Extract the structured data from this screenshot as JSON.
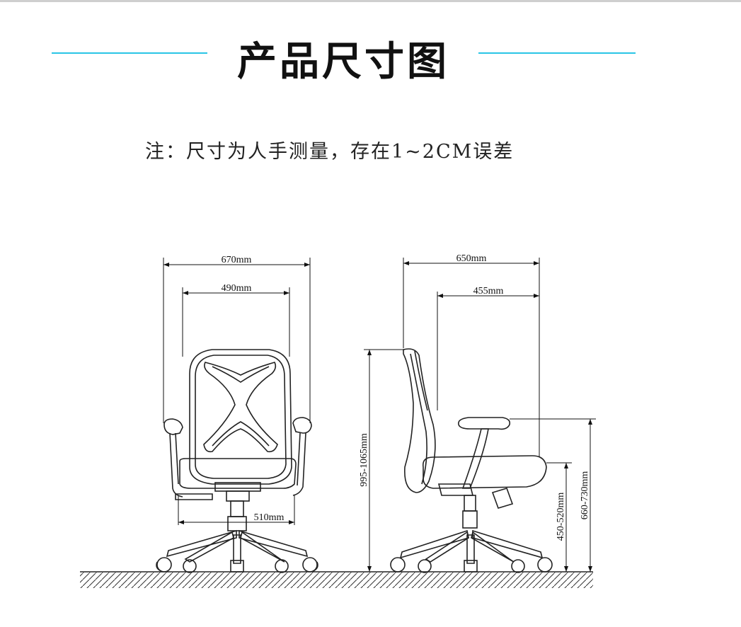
{
  "header": {
    "title": "产品尺寸图",
    "accent_color": "#29c5e6"
  },
  "note": "注：尺寸为人手测量，存在1~2CM误差",
  "front_view": {
    "overall_width": "670mm",
    "back_width": "490mm",
    "base_width": "510mm"
  },
  "side_view": {
    "overall_depth": "650mm",
    "seat_depth": "455mm",
    "overall_height": "995-1065mm",
    "seat_height": "450-520mm",
    "armrest_height": "660-730mm"
  }
}
